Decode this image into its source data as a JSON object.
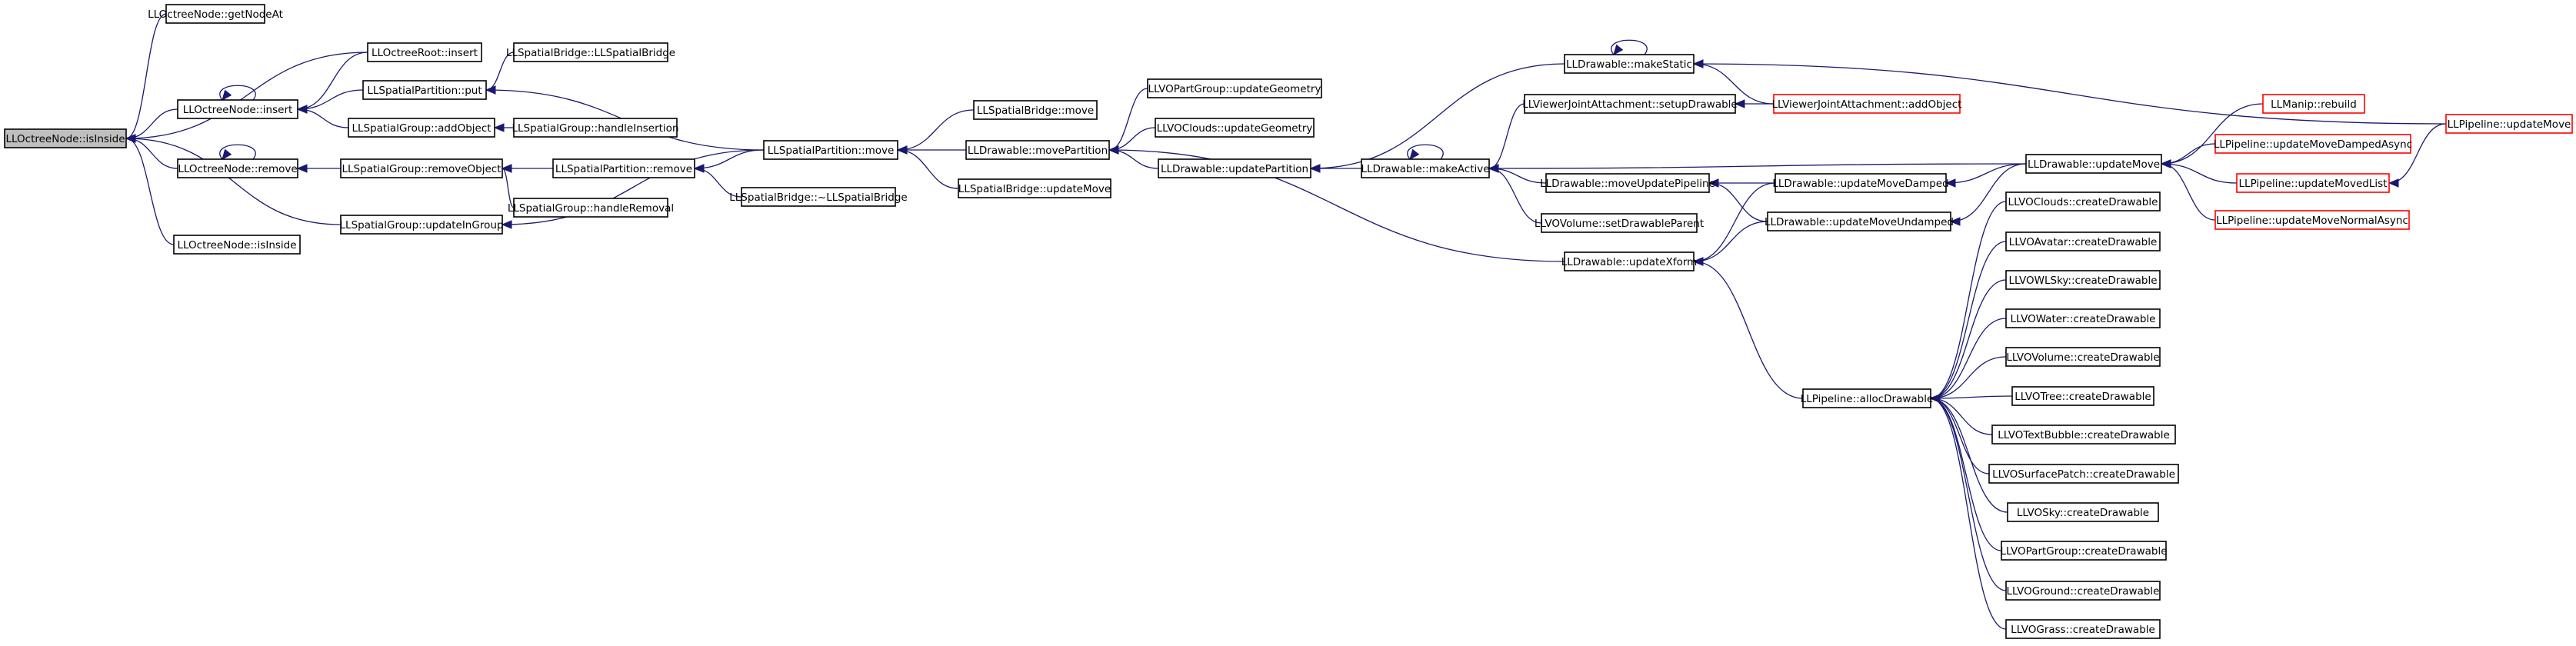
{
  "colors": {
    "edge": "#191970",
    "node_border": "#000000",
    "truncated_border": "#ff0000",
    "root_fill": "#bfbfbf"
  },
  "nodes": [
    {
      "id": "isInside",
      "label": "LLOctreeNode::isInside",
      "root": true
    },
    {
      "id": "getNodeAt",
      "label": "LLOctreeNode::getNodeAt"
    },
    {
      "id": "rootInsert",
      "label": "LLOctreeRoot::insert"
    },
    {
      "id": "insert",
      "label": "LLOctreeNode::insert"
    },
    {
      "id": "put",
      "label": "LLSpatialPartition::put"
    },
    {
      "id": "bridgeCtor",
      "label": "LLSpatialBridge::LLSpatialBridge"
    },
    {
      "id": "addObject",
      "label": "LLSpatialGroup::addObject"
    },
    {
      "id": "handleInsertion",
      "label": "LLSpatialGroup::handleInsertion"
    },
    {
      "id": "remove",
      "label": "LLOctreeNode::remove"
    },
    {
      "id": "removeObject",
      "label": "LLSpatialGroup::removeObject"
    },
    {
      "id": "partRemove",
      "label": "LLSpatialPartition::remove"
    },
    {
      "id": "handleRemoval",
      "label": "LLSpatialGroup::handleRemoval"
    },
    {
      "id": "bridgeDtor",
      "label": "LLSpatialBridge::~LLSpatialBridge"
    },
    {
      "id": "updateInGroup",
      "label": "LLSpatialGroup::updateInGroup"
    },
    {
      "id": "isInside2",
      "label": "LLOctreeNode::isInside"
    },
    {
      "id": "partMove",
      "label": "LLSpatialPartition::move"
    },
    {
      "id": "bridgeMove",
      "label": "LLSpatialBridge::move"
    },
    {
      "id": "bridgeUpdateMove",
      "label": "LLSpatialBridge::updateMove"
    },
    {
      "id": "movePartition",
      "label": "LLDrawable::movePartition"
    },
    {
      "id": "partGroupGeom",
      "label": "LLVOPartGroup::updateGeometry"
    },
    {
      "id": "cloudsGeom",
      "label": "LLVOClouds::updateGeometry"
    },
    {
      "id": "updatePartition",
      "label": "LLDrawable::updatePartition"
    },
    {
      "id": "makeStatic",
      "label": "LLDrawable::makeStatic"
    },
    {
      "id": "setupDrawable",
      "label": "LLViewerJointAttachment::setupDrawable"
    },
    {
      "id": "addObjectAttach",
      "label": "LLViewerJointAttachment::addObject",
      "truncated": true
    },
    {
      "id": "makeActive",
      "label": "LLDrawable::makeActive"
    },
    {
      "id": "moveUpdatePipeline",
      "label": "LLDrawable::moveUpdatePipeline"
    },
    {
      "id": "setDrawableParent",
      "label": "LLVOVolume::setDrawableParent"
    },
    {
      "id": "updateXform",
      "label": "LLDrawable::updateXform"
    },
    {
      "id": "updateMoveDamped",
      "label": "LLDrawable::updateMoveDamped"
    },
    {
      "id": "updateMoveUndamped",
      "label": "LLDrawable::updateMoveUndamped"
    },
    {
      "id": "updateMove",
      "label": "LLDrawable::updateMove"
    },
    {
      "id": "rebuild",
      "label": "LLManip::rebuild",
      "truncated": true
    },
    {
      "id": "moveDampedAsync",
      "label": "LLPipeline::updateMoveDampedAsync",
      "truncated": true
    },
    {
      "id": "movedList",
      "label": "LLPipeline::updateMovedList",
      "truncated": true
    },
    {
      "id": "moveNormalAsync",
      "label": "LLPipeline::updateMoveNormalAsync",
      "truncated": true
    },
    {
      "id": "pipelineUpdateMove",
      "label": "LLPipeline::updateMove",
      "truncated": true
    },
    {
      "id": "allocDrawable",
      "label": "LLPipeline::allocDrawable"
    },
    {
      "id": "c1",
      "label": "LLVOClouds::createDrawable"
    },
    {
      "id": "c2",
      "label": "LLVOAvatar::createDrawable"
    },
    {
      "id": "c3",
      "label": "LLVOWLSky::createDrawable"
    },
    {
      "id": "c4",
      "label": "LLVOWater::createDrawable"
    },
    {
      "id": "c5",
      "label": "LLVOVolume::createDrawable"
    },
    {
      "id": "c6",
      "label": "LLVOTree::createDrawable"
    },
    {
      "id": "c7",
      "label": "LLVOTextBubble::createDrawable"
    },
    {
      "id": "c8",
      "label": "LLVOSurfacePatch::createDrawable"
    },
    {
      "id": "c9",
      "label": "LLVOSky::createDrawable"
    },
    {
      "id": "c10",
      "label": "LLVOPartGroup::createDrawable"
    },
    {
      "id": "c11",
      "label": "LLVOGround::createDrawable"
    },
    {
      "id": "c12",
      "label": "LLVOGrass::createDrawable"
    }
  ],
  "edges": [
    [
      "getNodeAt",
      "isInside"
    ],
    [
      "rootInsert",
      "isInside"
    ],
    [
      "insert",
      "isInside"
    ],
    [
      "remove",
      "isInside"
    ],
    [
      "updateInGroup",
      "isInside"
    ],
    [
      "isInside2",
      "isInside"
    ],
    [
      "insert",
      "insert"
    ],
    [
      "rootInsert",
      "insert"
    ],
    [
      "put",
      "insert"
    ],
    [
      "addObject",
      "insert"
    ],
    [
      "bridgeCtor",
      "put"
    ],
    [
      "partMove",
      "put"
    ],
    [
      "handleInsertion",
      "addObject"
    ],
    [
      "remove",
      "remove"
    ],
    [
      "removeObject",
      "remove"
    ],
    [
      "partRemove",
      "removeObject"
    ],
    [
      "handleRemoval",
      "removeObject"
    ],
    [
      "partMove",
      "partRemove"
    ],
    [
      "bridgeDtor",
      "partRemove"
    ],
    [
      "partMove",
      "updateInGroup"
    ],
    [
      "bridgeMove",
      "partMove"
    ],
    [
      "movePartition",
      "partMove"
    ],
    [
      "bridgeUpdateMove",
      "partMove"
    ],
    [
      "partGroupGeom",
      "movePartition"
    ],
    [
      "cloudsGeom",
      "movePartition"
    ],
    [
      "updatePartition",
      "movePartition"
    ],
    [
      "updateXform",
      "movePartition"
    ],
    [
      "makeStatic",
      "updatePartition"
    ],
    [
      "makeActive",
      "updatePartition"
    ],
    [
      "makeStatic",
      "makeStatic"
    ],
    [
      "addObjectAttach",
      "makeStatic"
    ],
    [
      "pipelineUpdateMove",
      "makeStatic"
    ],
    [
      "makeActive",
      "makeActive"
    ],
    [
      "setupDrawable",
      "makeActive"
    ],
    [
      "moveUpdatePipeline",
      "makeActive"
    ],
    [
      "setDrawableParent",
      "makeActive"
    ],
    [
      "updateMove",
      "makeActive"
    ],
    [
      "addObjectAttach",
      "setupDrawable"
    ],
    [
      "updateMoveDamped",
      "moveUpdatePipeline"
    ],
    [
      "updateMoveUndamped",
      "moveUpdatePipeline"
    ],
    [
      "updateMoveDamped",
      "updateXform"
    ],
    [
      "updateMoveUndamped",
      "updateXform"
    ],
    [
      "allocDrawable",
      "updateXform"
    ],
    [
      "updateMove",
      "updateMoveDamped"
    ],
    [
      "updateMove",
      "updateMoveUndamped"
    ],
    [
      "rebuild",
      "updateMove"
    ],
    [
      "moveDampedAsync",
      "updateMove"
    ],
    [
      "movedList",
      "updateMove"
    ],
    [
      "moveNormalAsync",
      "updateMove"
    ],
    [
      "pipelineUpdateMove",
      "movedList"
    ],
    [
      "c1",
      "allocDrawable"
    ],
    [
      "c2",
      "allocDrawable"
    ],
    [
      "c3",
      "allocDrawable"
    ],
    [
      "c4",
      "allocDrawable"
    ],
    [
      "c5",
      "allocDrawable"
    ],
    [
      "c6",
      "allocDrawable"
    ],
    [
      "c7",
      "allocDrawable"
    ],
    [
      "c8",
      "allocDrawable"
    ],
    [
      "c9",
      "allocDrawable"
    ],
    [
      "c10",
      "allocDrawable"
    ],
    [
      "c11",
      "allocDrawable"
    ],
    [
      "c12",
      "allocDrawable"
    ]
  ]
}
